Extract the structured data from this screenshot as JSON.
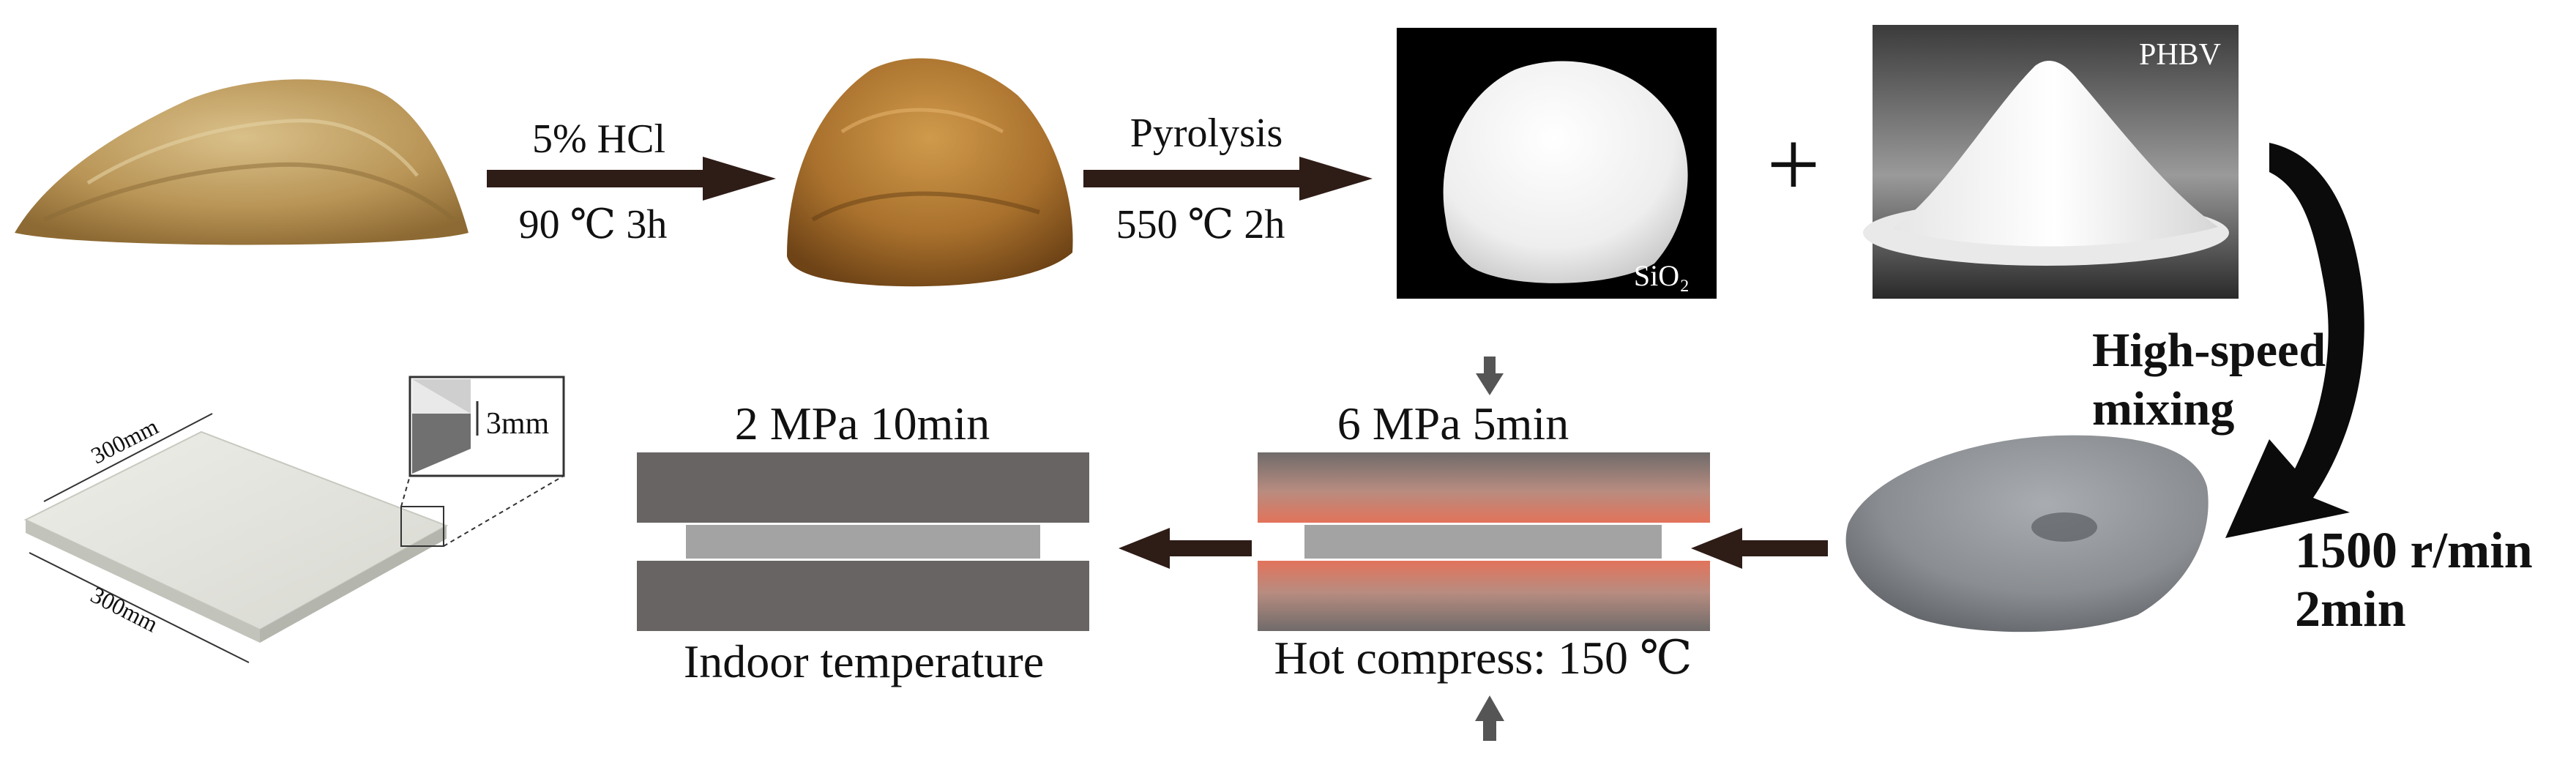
{
  "steps": {
    "acid_wash": {
      "line1": "5% HCl",
      "line2": "90 ℃  3h"
    },
    "pyrolysis": {
      "line1": "Pyrolysis",
      "line2": "550 ℃  2h"
    },
    "plus_sign": "+",
    "silica_label": "SiO₂",
    "phbv_label": "PHBV",
    "mixing": {
      "line1": "High-speed",
      "line2": "mixing",
      "speed": "1500 r/min",
      "time": "2min"
    },
    "hot_press": {
      "pressure": "6 MPa  5min",
      "caption": "Hot compress: 150 ℃"
    },
    "cold_press": {
      "pressure": "2 MPa  10min",
      "caption": "Indoor temperature"
    },
    "board": {
      "width_label": "300mm",
      "length_label": "300mm",
      "thickness_label": "3mm"
    }
  },
  "colors": {
    "arrow": "#2e1c17",
    "plate": "#696464",
    "sample": "#a3a3a3",
    "heat_edge": "#e2735b",
    "heat_mid": "#f2b8a4",
    "press_arrow": "#555555",
    "mix_arrow": "#0b0b0b",
    "photo_bg": "#000000"
  },
  "icons": {
    "rice_husk": "rice-husk-pile",
    "treated_husk": "acid-treated-husk-pile",
    "silica": "white-powder-pile",
    "phbv": "white-powder-cone-on-dish",
    "blend": "grey-powder-mound",
    "board": "composite-board"
  }
}
